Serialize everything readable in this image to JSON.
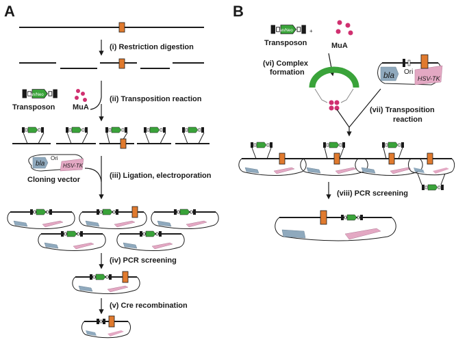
{
  "panels": {
    "a": {
      "letter": "A",
      "steps": [
        "(i) Restriction digestion",
        "(ii) Transposition reaction",
        "(iii) Ligation, electroporation",
        "(iv) PCR screening",
        "(v) Cre recombination"
      ],
      "transposon_label": "Transposon",
      "mua_label": "MuA",
      "cloning_vector_label": "Cloning vector"
    },
    "b": {
      "letter": "B",
      "steps": [
        "(vi) Complex",
        "formation",
        "(vii) Transposition",
        "reaction",
        "(viii) PCR screening"
      ],
      "transposon_label": "Transposon",
      "mua_label": "MuA",
      "plus_sign": "+"
    }
  },
  "markers": {
    "kan_neo": "Kan/Neo",
    "bla": "bla",
    "ori": "Ori",
    "hsv_tk": "HSV-TK"
  },
  "colors": {
    "orange_box": "#e07a2e",
    "green_marker": "#3aa33a",
    "blue_bla": "#8fa9bd",
    "pink_hsvtk": "#e3a8c3",
    "mua_dots": "#d03070",
    "line": "#1a1a1a"
  }
}
